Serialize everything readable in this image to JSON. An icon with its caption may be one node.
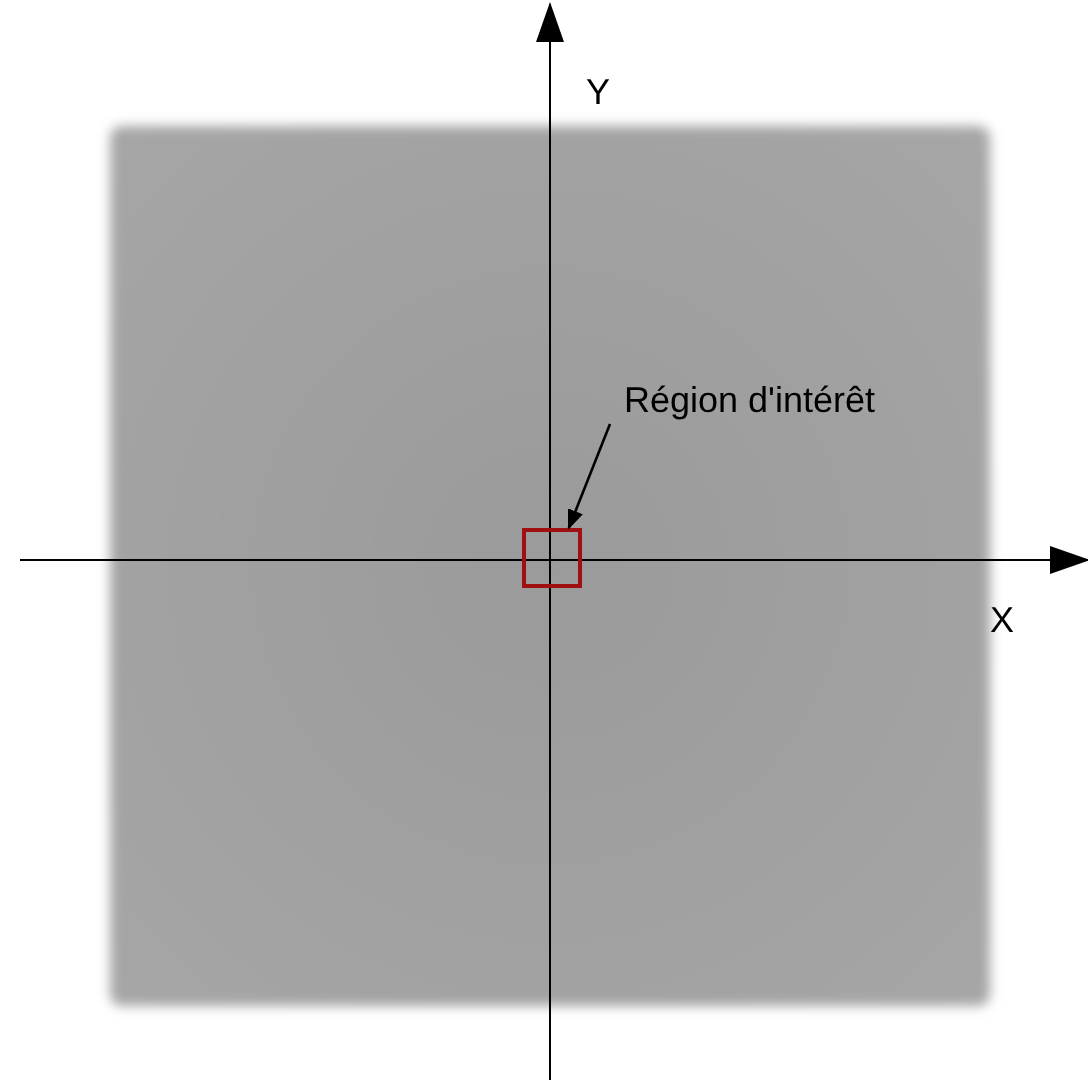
{
  "diagram": {
    "nodes": [
      {
        "text": [
          "Région d'intérêt"
        ]
      },
      {
        "text": [],
        "shape": "box"
      }
    ],
    "edges": [
      {
        "from": 0,
        "to": 1,
        "arrow": "to"
      }
    ],
    "labels": [
      "Y",
      "X"
    ]
  }
}
